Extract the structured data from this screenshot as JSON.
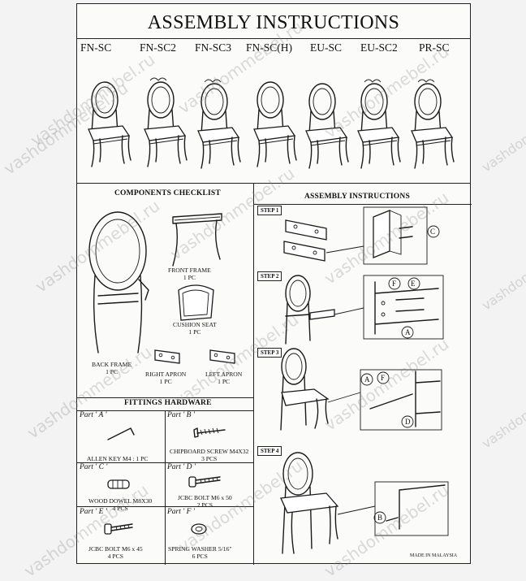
{
  "title": "ASSEMBLY INSTRUCTIONS",
  "models": [
    "FN-SC",
    "FN-SC2",
    "FN-SC3",
    "FN-SC(H)",
    "EU-SC",
    "EU-SC2",
    "PR-SC"
  ],
  "components": {
    "heading": "COMPONENTS CHECKLIST",
    "front_frame": {
      "name": "FRONT FRAME",
      "qty": "1 PC"
    },
    "cushion_seat": {
      "name": "CUSHION SEAT",
      "qty": "1 PC"
    },
    "back_frame": {
      "name": "BACK FRAME",
      "qty": "1 PC"
    },
    "right_apron": {
      "name": "RIGHT APRON",
      "qty": "1 PC"
    },
    "left_apron": {
      "name": "LEFT APRON",
      "qty": "1 PC"
    }
  },
  "fittings": {
    "heading": "FITTINGS HARDWARE",
    "parts": [
      {
        "part": "Part ' A '",
        "name": "ALLEN KEY  M4 : 1 PC",
        "qty": ""
      },
      {
        "part": "Part ' B '",
        "name": "CHIPBOARD SCREW M4X32",
        "qty": "3 PCS"
      },
      {
        "part": "Part ' C '",
        "name": "WOOD DOWEL  M8X30",
        "qty": "4 PCS"
      },
      {
        "part": "Part ' D '",
        "name": "JCBC BOLT M6 x 50",
        "qty": "2 PCS"
      },
      {
        "part": "Part ' E '",
        "name": "JCBC BOLT M6 x 45",
        "qty": "4 PCS"
      },
      {
        "part": "Part ' F '",
        "name": "SPRING WASHER 5/16\"",
        "qty": "6 PCS"
      }
    ]
  },
  "assembly": {
    "heading": "ASSEMBLY INSTRUCTIONS",
    "steps": [
      "STEP 1",
      "STEP 2",
      "STEP 3",
      "STEP 4"
    ],
    "callouts": {
      "a": "A",
      "b": "B",
      "c": "C",
      "d": "D",
      "e": "E",
      "f": "F"
    }
  },
  "made_in": "MADE IN MALAYSIA",
  "watermark": "vashdommebel.ru"
}
